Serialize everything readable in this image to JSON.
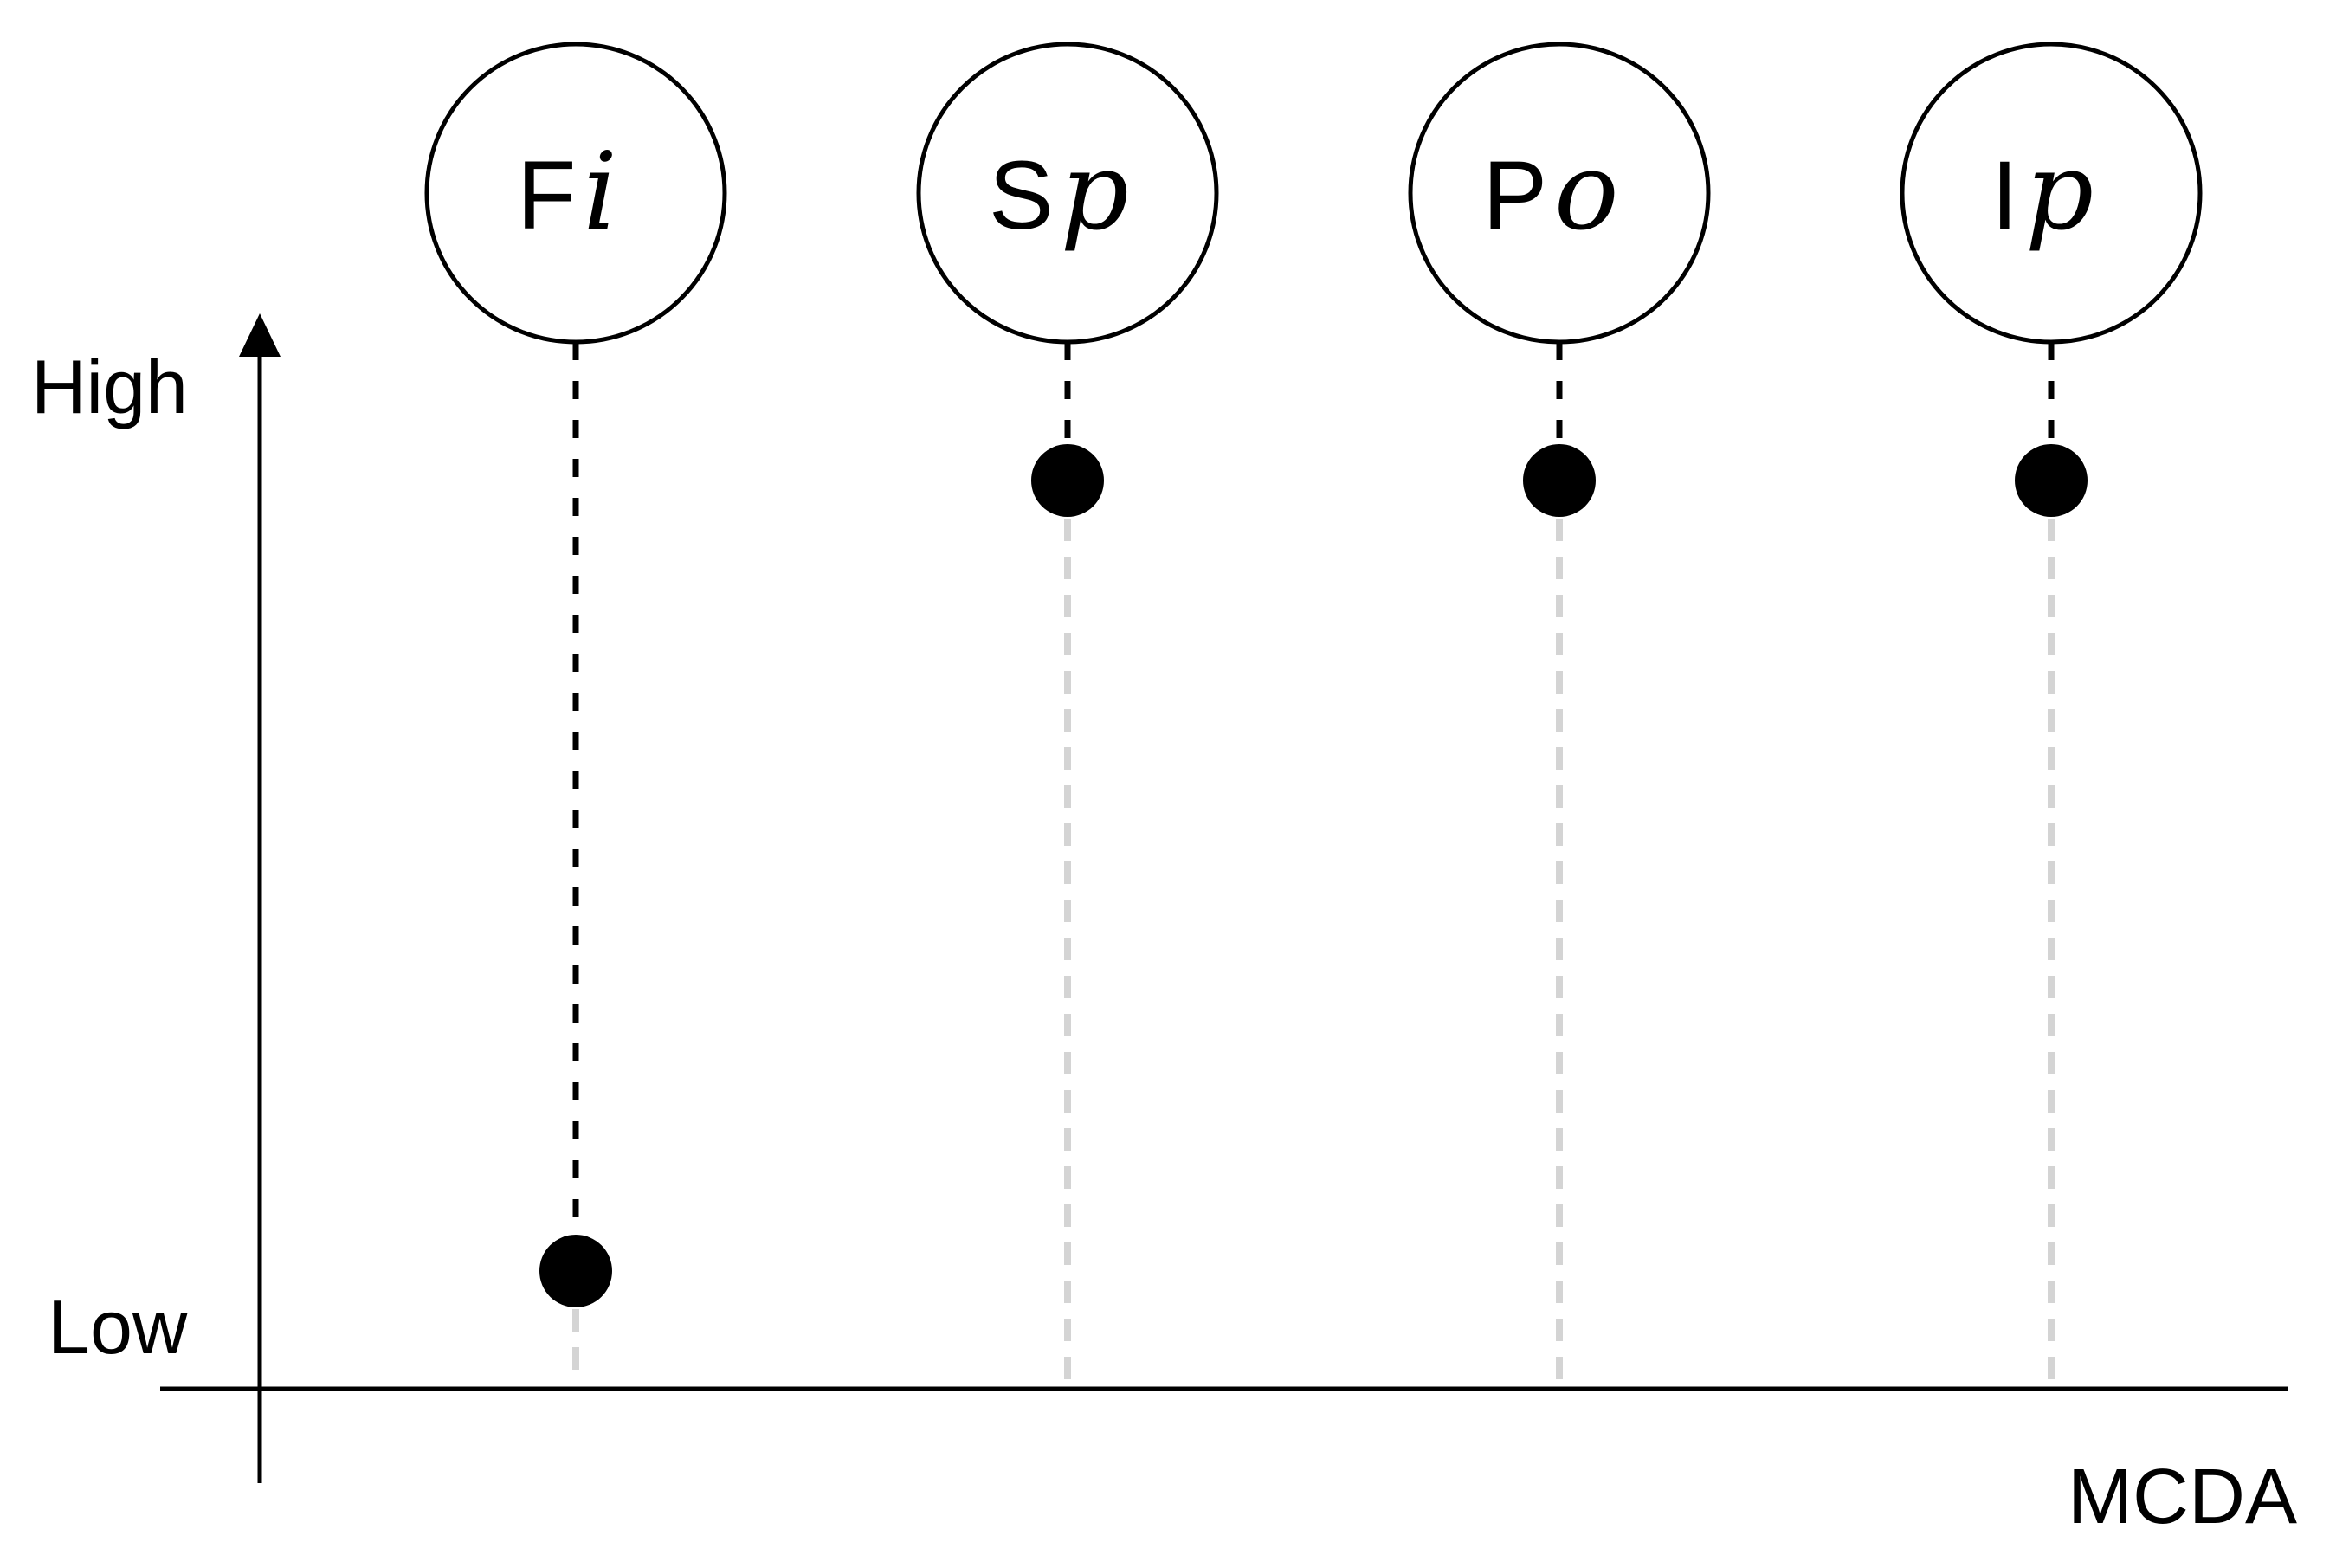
{
  "figure": {
    "y_axis": {
      "top_label": "High",
      "bottom_label": "Low"
    },
    "x_axis": {
      "label": "MCDA"
    }
  },
  "nodes": [
    {
      "id": "Fi",
      "label": "Fi",
      "label_main": "F",
      "label_script": "i",
      "level": "low"
    },
    {
      "id": "Sp",
      "label": "Sp",
      "label_main": "S",
      "label_script": "p",
      "level": "high"
    },
    {
      "id": "Po",
      "label": "Po",
      "label_main": "P",
      "label_script": "o",
      "level": "high"
    },
    {
      "id": "Ip",
      "label": "Ip",
      "label_main": "I",
      "label_script": "p",
      "level": "high"
    }
  ],
  "chart_data": {
    "type": "scatter",
    "categories": [
      "Fi",
      "Sp",
      "Po",
      "Ip"
    ],
    "values_norm": [
      0.11,
      0.85,
      0.85,
      0.85
    ],
    "title": "",
    "xlabel": "MCDA",
    "ylabel_high": "High",
    "ylabel_low": "Low",
    "ylim": [
      0,
      1
    ],
    "grid": false,
    "legend": false
  },
  "colors": {
    "ink": "#000000",
    "gray_dash": "#d4d4d4",
    "background": "#ffffff"
  }
}
